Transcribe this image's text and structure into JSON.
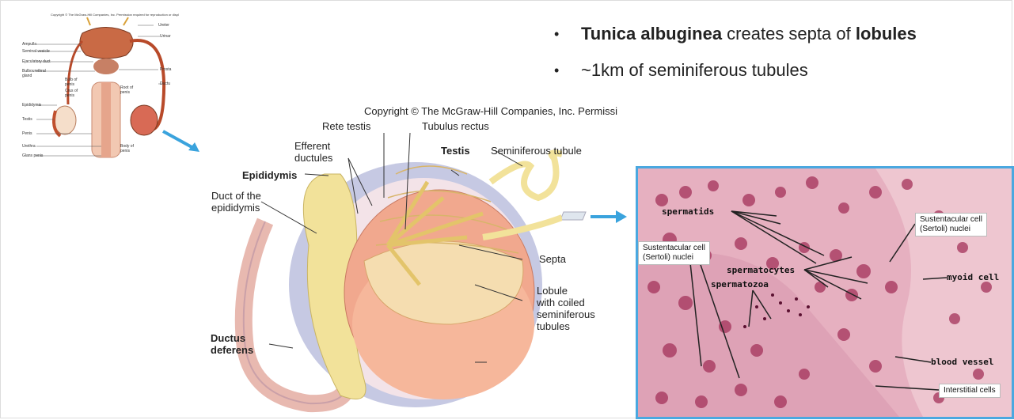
{
  "bullets": [
    {
      "parts": [
        {
          "text": "Tunica albuginea",
          "bold": true
        },
        {
          "text": " creates septa of ",
          "bold": false
        },
        {
          "text": "lobules",
          "bold": true
        }
      ]
    },
    {
      "parts": [
        {
          "text": "~1km of seminiferous tubules",
          "bold": false
        }
      ]
    }
  ],
  "small_figure": {
    "copyright": "Copyright © The McGraw-Hill Companies, Inc. Permission required for reproduction or displ",
    "labels_left": [
      "Ampulla",
      "Seminal vesicle",
      "Ejaculatory duct",
      "Bulbourethral gland",
      "Epididymis",
      "Testis",
      "Penis",
      "Urethra",
      "Glans penis"
    ],
    "labels_mid": [
      "Bulb of penis",
      "Crus of penis",
      "Root of penis",
      "Body of penis"
    ],
    "labels_right": [
      "Ureter",
      "Urinar",
      "Prosta",
      "Ductu"
    ]
  },
  "testis_figure": {
    "copyright": "Copyright © The McGraw-Hill Companies, Inc. Permissi",
    "labels": {
      "rete_testis": "Rete testis",
      "tubulus_rectus": "Tubulus rectus",
      "efferent_ductules": "Efferent\nductules",
      "testis": "Testis",
      "seminiferous_tubule": "Seminiferous tubule",
      "epididymis": "Epididymis",
      "duct_of_epididymis": "Duct of the\nepididymis",
      "septa": "Septa",
      "lobule": "Lobule\nwith coiled\nseminiferous\ntubules",
      "ductus_deferens": "Ductus\ndeferens"
    }
  },
  "micrograph": {
    "labels": {
      "spermatids": "spermatids",
      "spermatocytes": "spermatocytes",
      "spermatozoa": "spermatozoa",
      "myoid_cell": "myoid cell",
      "blood_vessel": "blood vessel",
      "sertoli_right": "Sustentacular cell\n(Sertoli) nuclei",
      "sertoli_left": "Sustentacular cell\n(Sertoli) nuclei",
      "interstitial": "Interstitial cells"
    }
  }
}
